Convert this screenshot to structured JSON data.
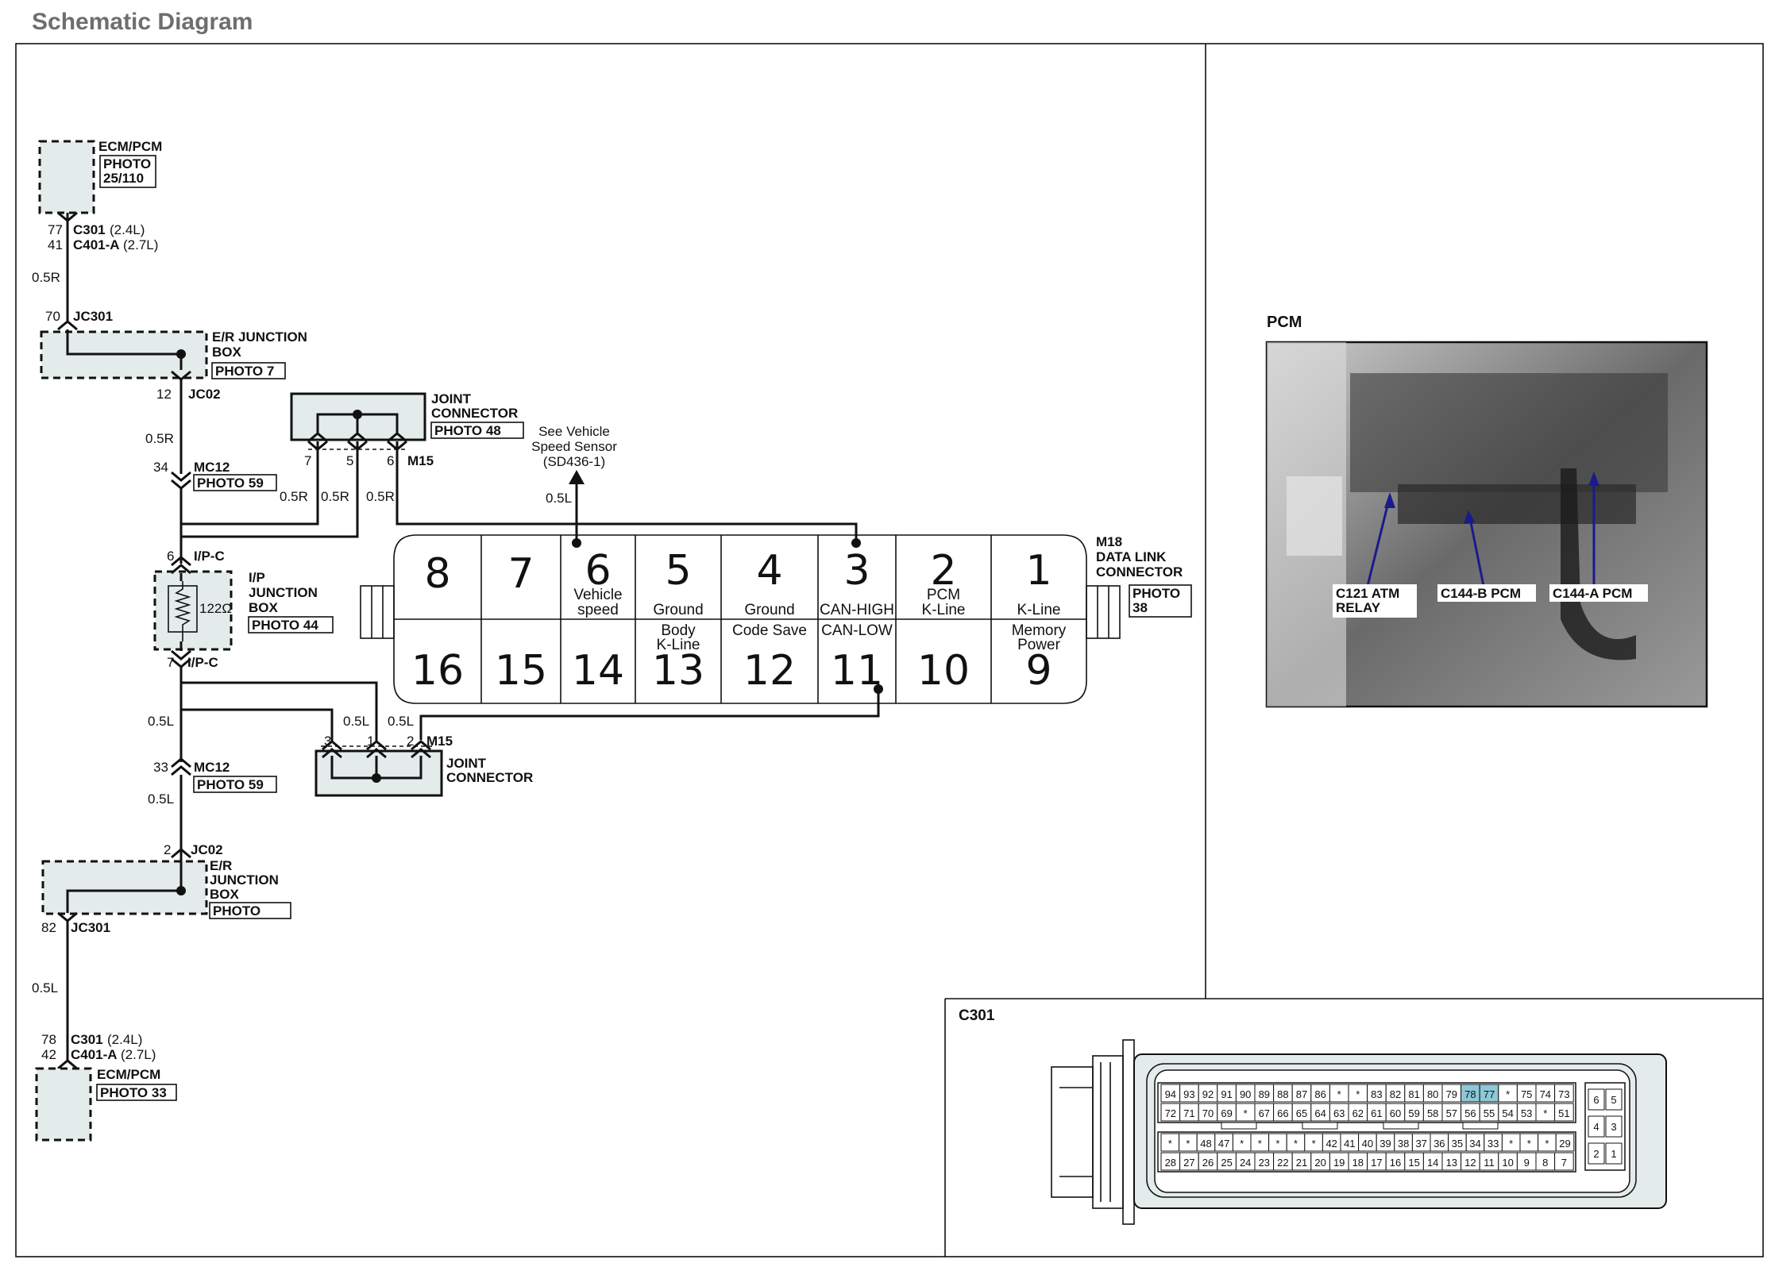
{
  "page": {
    "title": "Schematic Diagram"
  },
  "ecm_top": {
    "label": "ECM/PCM",
    "photo_line1": "PHOTO",
    "photo_line2": "25/110",
    "pin_a": "77",
    "conn_a": "C301",
    "conn_a_spec": "(2.4L)",
    "pin_b": "41",
    "conn_b": "C401-A",
    "conn_b_spec": "(2.7L)",
    "wire": "0.5R"
  },
  "er_junction_top": {
    "pin_in": "70",
    "conn_in": "JC301",
    "label_line1": "E/R  JUNCTION",
    "label_line2": "BOX",
    "photo": "PHOTO  7",
    "pin_out": "12",
    "conn_out": "JC02",
    "wire": "0.5R"
  },
  "mc12_top": {
    "pin": "34",
    "conn": "MC12",
    "photo": "PHOTO  59"
  },
  "joint_top": {
    "label_line1": "JOINT",
    "label_line2": "CONNECTOR",
    "photo": "PHOTO  48",
    "pin_7": "7",
    "pin_5": "5",
    "pin_6": "6",
    "conn": "M15",
    "wire_a": "0.5R",
    "wire_b": "0.5R",
    "wire_c": "0.5R"
  },
  "speed_ref": {
    "line1": "See Vehicle",
    "line2": "Speed Sensor",
    "line3": "(SD436-1)",
    "wire": "0.5L"
  },
  "ip_junction": {
    "pin_top": "6",
    "conn_top": "I/P-C",
    "label_line1": "I/P",
    "label_line2": "JUNCTION",
    "label_line3": "BOX",
    "photo": "PHOTO  44",
    "resistance": "122Ω",
    "pin_bottom": "7",
    "conn_bottom": "I/P-C"
  },
  "dlc": {
    "conn": "M18",
    "label_line1": "DATA  LINK",
    "label_line2": "CONNECTOR",
    "photo_line1": "PHOTO",
    "photo_line2": "38",
    "top_pins": [
      {
        "num": "8",
        "d1": "",
        "d2": ""
      },
      {
        "num": "7",
        "d1": "",
        "d2": ""
      },
      {
        "num": "6",
        "d1": "Vehicle",
        "d2": "speed"
      },
      {
        "num": "5",
        "d1": "",
        "d2": "Ground"
      },
      {
        "num": "4",
        "d1": "",
        "d2": "Ground"
      },
      {
        "num": "3",
        "d1": "",
        "d2": "CAN-HIGH"
      },
      {
        "num": "2",
        "d1": "PCM",
        "d2": "K-Line"
      },
      {
        "num": "1",
        "d1": "",
        "d2": "K-Line"
      }
    ],
    "bottom_pins": [
      {
        "num": "16",
        "d1": "",
        "d2": ""
      },
      {
        "num": "15",
        "d1": "",
        "d2": ""
      },
      {
        "num": "14",
        "d1": "",
        "d2": ""
      },
      {
        "num": "13",
        "d1": "Body",
        "d2": "K-Line"
      },
      {
        "num": "12",
        "d1": "Code Save",
        "d2": ""
      },
      {
        "num": "11",
        "d1": "CAN-LOW",
        "d2": ""
      },
      {
        "num": "10",
        "d1": "",
        "d2": ""
      },
      {
        "num": "9",
        "d1": "Memory",
        "d2": "Power"
      }
    ]
  },
  "joint_bottom": {
    "label_line1": "JOINT",
    "label_line2": "CONNECTOR",
    "pin_3": "3",
    "pin_1": "1",
    "pin_2": "2",
    "conn": "M15",
    "wire_left": "0.5L",
    "wire_mid": "0.5L",
    "wire_right": "0.5L"
  },
  "mc12_bottom": {
    "pin": "33",
    "conn": "MC12",
    "photo": "PHOTO  59",
    "wire": "0.5L"
  },
  "er_junction_bottom": {
    "pin_in": "2",
    "conn_in": "JC02",
    "label_line1": "E/R",
    "label_line2": "JUNCTION",
    "label_line3": "BOX",
    "photo": "PHOTO",
    "pin_out": "82",
    "conn_out": "JC301",
    "wire": "0.5L"
  },
  "ecm_bottom": {
    "pin_a": "78",
    "conn_a": "C301",
    "conn_a_spec": "(2.4L)",
    "pin_b": "42",
    "conn_b": "C401-A",
    "conn_b_spec": "(2.7L)",
    "label": "ECM/PCM",
    "photo": "PHOTO  33"
  },
  "pcm_photo": {
    "title": "PCM",
    "callout_1_line1": "C121 ATM",
    "callout_1_line2": "RELAY",
    "callout_2": "C144-B PCM",
    "callout_3": "C144-A PCM",
    "callout_dark_color": "#1a1a8c",
    "callout_light_color": "#1e5fc0"
  },
  "c301": {
    "title": "C301",
    "highlight_color": "#8ec8d8",
    "row1": [
      "94",
      "93",
      "92",
      "91",
      "90",
      "89",
      "88",
      "87",
      "86",
      "*",
      "*",
      "83",
      "82",
      "81",
      "80",
      "79",
      "78",
      "77",
      "*",
      "75",
      "74",
      "73"
    ],
    "row2": [
      "72",
      "71",
      "70",
      "69",
      "*",
      "67",
      "66",
      "65",
      "64",
      "63",
      "62",
      "61",
      "60",
      "59",
      "58",
      "57",
      "56",
      "55",
      "54",
      "53",
      "*",
      "51"
    ],
    "row3": [
      "*",
      "*",
      "48",
      "47",
      "*",
      "*",
      "*",
      "*",
      "*",
      "42",
      "41",
      "40",
      "39",
      "38",
      "37",
      "36",
      "35",
      "34",
      "33",
      "*",
      "*",
      "*",
      "29"
    ],
    "row4": [
      "28",
      "27",
      "26",
      "25",
      "24",
      "23",
      "22",
      "21",
      "20",
      "19",
      "18",
      "17",
      "16",
      "15",
      "14",
      "13",
      "12",
      "11",
      "10",
      "9",
      "8",
      "7"
    ],
    "aux_rows": [
      [
        "6",
        "5"
      ],
      [
        "4",
        "3"
      ],
      [
        "2",
        "1"
      ]
    ]
  }
}
